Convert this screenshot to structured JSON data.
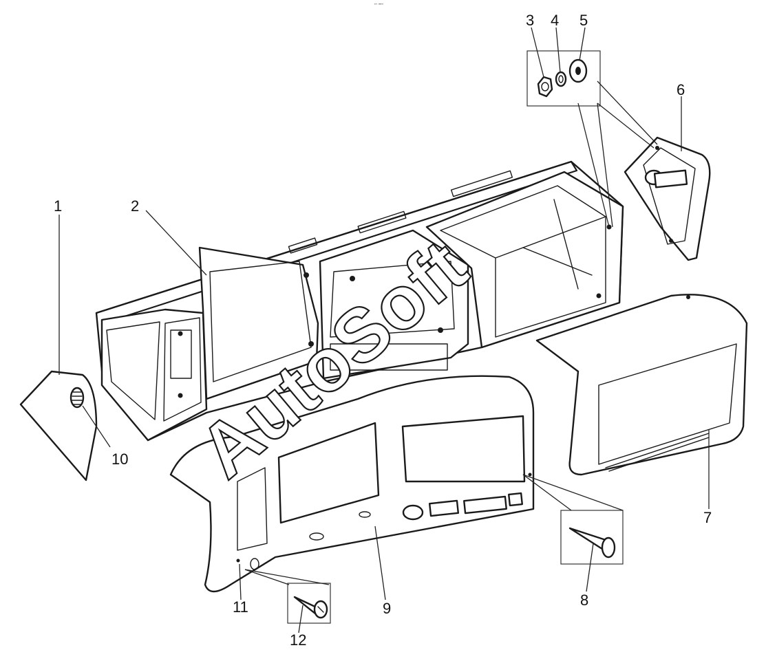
{
  "header": {
    "tiny_mark": "\"’ ”””"
  },
  "watermark": {
    "text": "AutoSoft"
  },
  "callouts": [
    {
      "id": "1",
      "label": "1"
    },
    {
      "id": "2",
      "label": "2"
    },
    {
      "id": "3",
      "label": "3"
    },
    {
      "id": "4",
      "label": "4"
    },
    {
      "id": "5",
      "label": "5"
    },
    {
      "id": "6",
      "label": "6"
    },
    {
      "id": "7",
      "label": "7"
    },
    {
      "id": "8",
      "label": "8"
    },
    {
      "id": "9",
      "label": "9"
    },
    {
      "id": "10",
      "label": "10"
    },
    {
      "id": "11",
      "label": "11"
    },
    {
      "id": "12",
      "label": "12"
    }
  ],
  "colors": {
    "line": "#1a1a1a",
    "background": "#ffffff"
  }
}
